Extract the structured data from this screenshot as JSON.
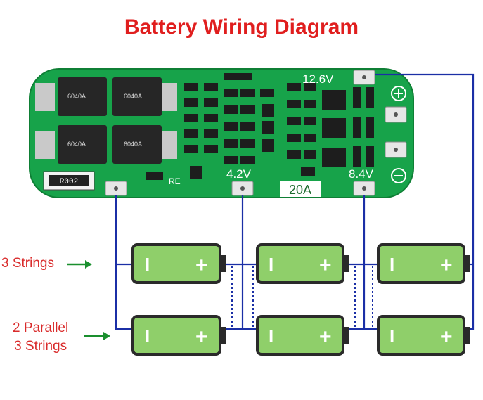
{
  "title": "Battery Wiring Diagram",
  "board": {
    "top_voltage": "12.6V",
    "mid_voltage_1": "4.2V",
    "mid_voltage_2": "8.4V",
    "current_rating": "20A",
    "resistor_code": "R002",
    "re_label": "RE",
    "mosfet_codes": [
      "6040A",
      "6040A",
      "6040A",
      "6040A"
    ]
  },
  "labels": {
    "series": "3 Strings",
    "parallel_line1": "2 Parallel",
    "parallel_line2": "3 Strings"
  },
  "battery": {
    "neg_symbol": "I",
    "pos_symbol": "+"
  },
  "colors": {
    "title": "#e01e1e",
    "label": "#d92b2b",
    "arrow": "#1a8f2e",
    "wire": "#1b2fa6",
    "board": "#17a34a",
    "battery_fill": "#8fcf6a",
    "battery_border": "#2a2a2a"
  }
}
